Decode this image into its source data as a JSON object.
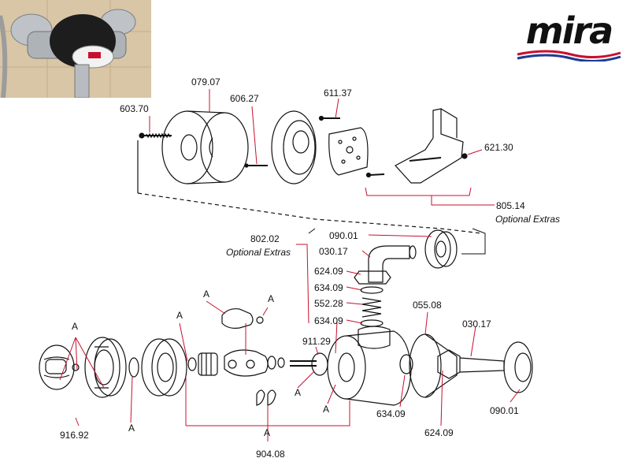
{
  "brand": {
    "logo_text": "mira",
    "accent_red": "#c8102e",
    "accent_blue": "#1f3a93"
  },
  "photo": {
    "description_icon": "shower-valve-photo"
  },
  "labels": {
    "p603_70": "603.70",
    "p079_07": "079.07",
    "p606_27": "606.27",
    "p611_37": "611.37",
    "p621_30": "621.30",
    "p805_14": "805.14",
    "p805_14_note": "Optional Extras",
    "p802_02": "802.02",
    "p802_02_note": "Optional Extras",
    "p090_01_top": "090.01",
    "p030_17_top": "030.17",
    "p624_09_top": "624.09",
    "p634_09_a": "634.09",
    "p552_28": "552.28",
    "p634_09_b": "634.09",
    "p055_08": "055.08",
    "p030_17_right": "030.17",
    "p911_29": "911.29",
    "p634_09_c": "634.09",
    "p624_09_bottom": "624.09",
    "p090_01_bottom": "090.01",
    "p916_92": "916.92",
    "p904_08": "904.08",
    "a_1": "A",
    "a_2": "A",
    "a_3": "A",
    "a_4": "A",
    "a_5": "A",
    "a_6": "A",
    "a_7": "A",
    "a_8": "A"
  }
}
